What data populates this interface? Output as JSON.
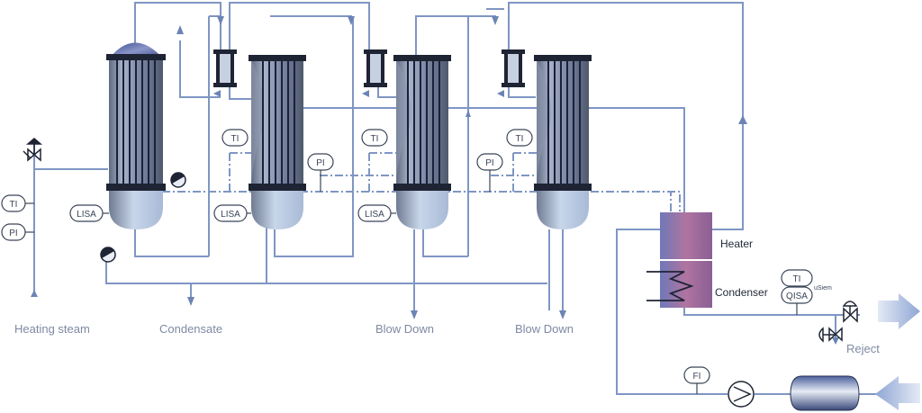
{
  "labels": {
    "heating_steam": "Heating steam",
    "condensate": "Condensate",
    "blow_down_1": "Blow Down",
    "blow_down_2": "Blow Down",
    "heater": "Heater",
    "condenser": "Condenser",
    "reject": "Reject",
    "sub_label": "uSiem"
  },
  "instruments": {
    "ti_left": "TI",
    "pi_left": "PI",
    "lisa_1": "LISA",
    "lisa_2": "LISA",
    "lisa_3": "LISA",
    "ti_1": "TI",
    "ti_2": "TI",
    "ti_3": "TI",
    "pi_1": "PI",
    "pi_2": "PI",
    "ti_cond": "TI",
    "qisa": "QISA",
    "fi": "FI"
  },
  "colors": {
    "pipe": "#7f96c4",
    "pipe_dark": "#6c84b5",
    "flange": "#1e2433",
    "arrow": "#a9b8d8"
  }
}
